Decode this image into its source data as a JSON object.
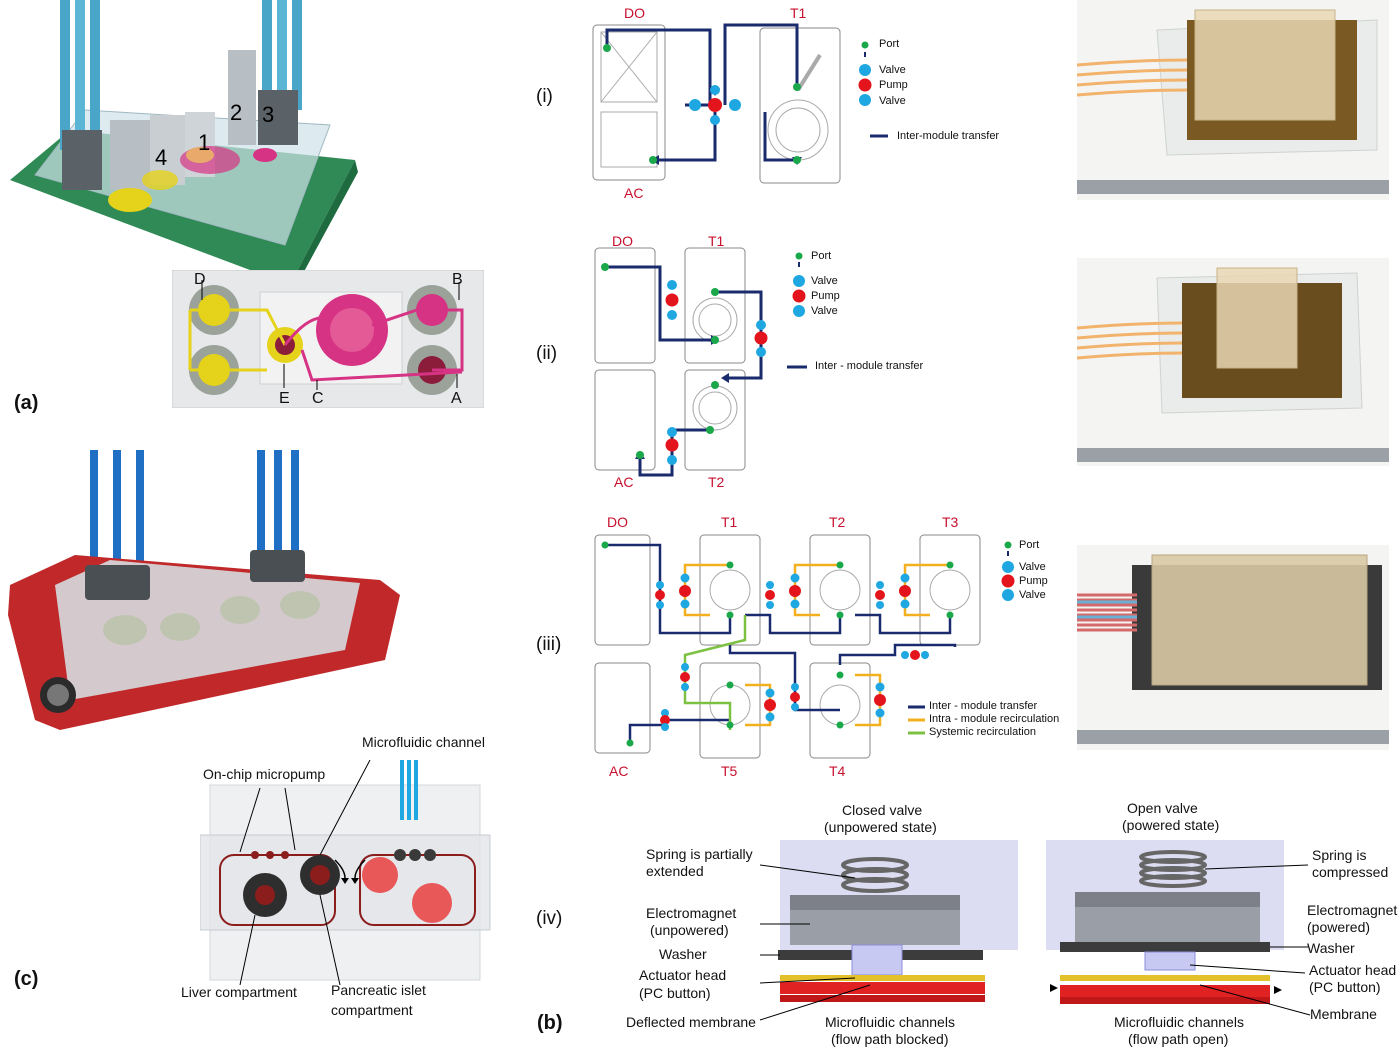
{
  "panels": {
    "a": "(a)",
    "b": "(b)",
    "c": "(c)",
    "sub": [
      "(i)",
      "(ii)",
      "(iii)",
      "(iv)"
    ]
  },
  "panel_a": {
    "device_numbers": [
      "1",
      "2",
      "3",
      "4"
    ],
    "layout_letters": [
      "D",
      "B",
      "E",
      "C",
      "A"
    ]
  },
  "panel_b": {
    "legend": {
      "port": "Port",
      "valve": "Valve",
      "pump": "Pump"
    },
    "i": {
      "modules": [
        "DO",
        "T1",
        "AC"
      ],
      "lines": [
        "Inter-module transfer"
      ]
    },
    "ii": {
      "modules": [
        "DO",
        "T1",
        "AC",
        "T2"
      ],
      "lines": [
        "Inter - module transfer"
      ]
    },
    "iii": {
      "modules": [
        "DO",
        "T1",
        "T2",
        "T3",
        "AC",
        "T5",
        "T4"
      ],
      "lines": [
        "Inter - module transfer",
        "Intra - module recirculation",
        "Systemic recirculation"
      ]
    },
    "iv": {
      "closed_title": [
        "Closed valve",
        "(unpowered state)"
      ],
      "open_title": [
        "Open valve",
        "(powered state)"
      ],
      "closed_labels": {
        "spring": [
          "Spring is partially",
          "extended"
        ],
        "electromagnet": [
          "Electromagnet",
          "(unpowered)"
        ],
        "washer": "Washer",
        "actuator": [
          "Actuator head",
          "(PC button)"
        ],
        "membrane": "Deflected membrane",
        "channels": [
          "Microfluidic channels",
          "(flow path blocked)"
        ]
      },
      "open_labels": {
        "spring": [
          "Spring is",
          "compressed"
        ],
        "electromagnet": [
          "Electromagnet",
          "(powered)"
        ],
        "washer": "Washer",
        "actuator": [
          "Actuator head",
          "(PC button)"
        ],
        "membrane": "Membrane",
        "channels": [
          "Microfluidic channels",
          "(flow path open)"
        ]
      }
    }
  },
  "panel_c": {
    "labels": {
      "microfluidic_channel": "Microfluidic channel",
      "micropump": "On-chip micropump",
      "liver": "Liver compartment",
      "islet": [
        "Pancreatic islet",
        "compartment"
      ]
    }
  },
  "colors": {
    "module_red": "#c8102e",
    "inter_module": "#1a2b6d",
    "intra_module": "#f2b01e",
    "systemic": "#7cc142",
    "valve": "#1ea7e1",
    "pump": "#e3141b",
    "port": "#1aa84a",
    "chip_green": "#2f8a55",
    "chip_red": "#c0282a",
    "magenta": "#d63384",
    "yellow": "#e5d21a"
  },
  "icons": [
    "port-dot-icon",
    "valve-dot-icon",
    "pump-dot-icon",
    "flow-arrow-icon"
  ]
}
